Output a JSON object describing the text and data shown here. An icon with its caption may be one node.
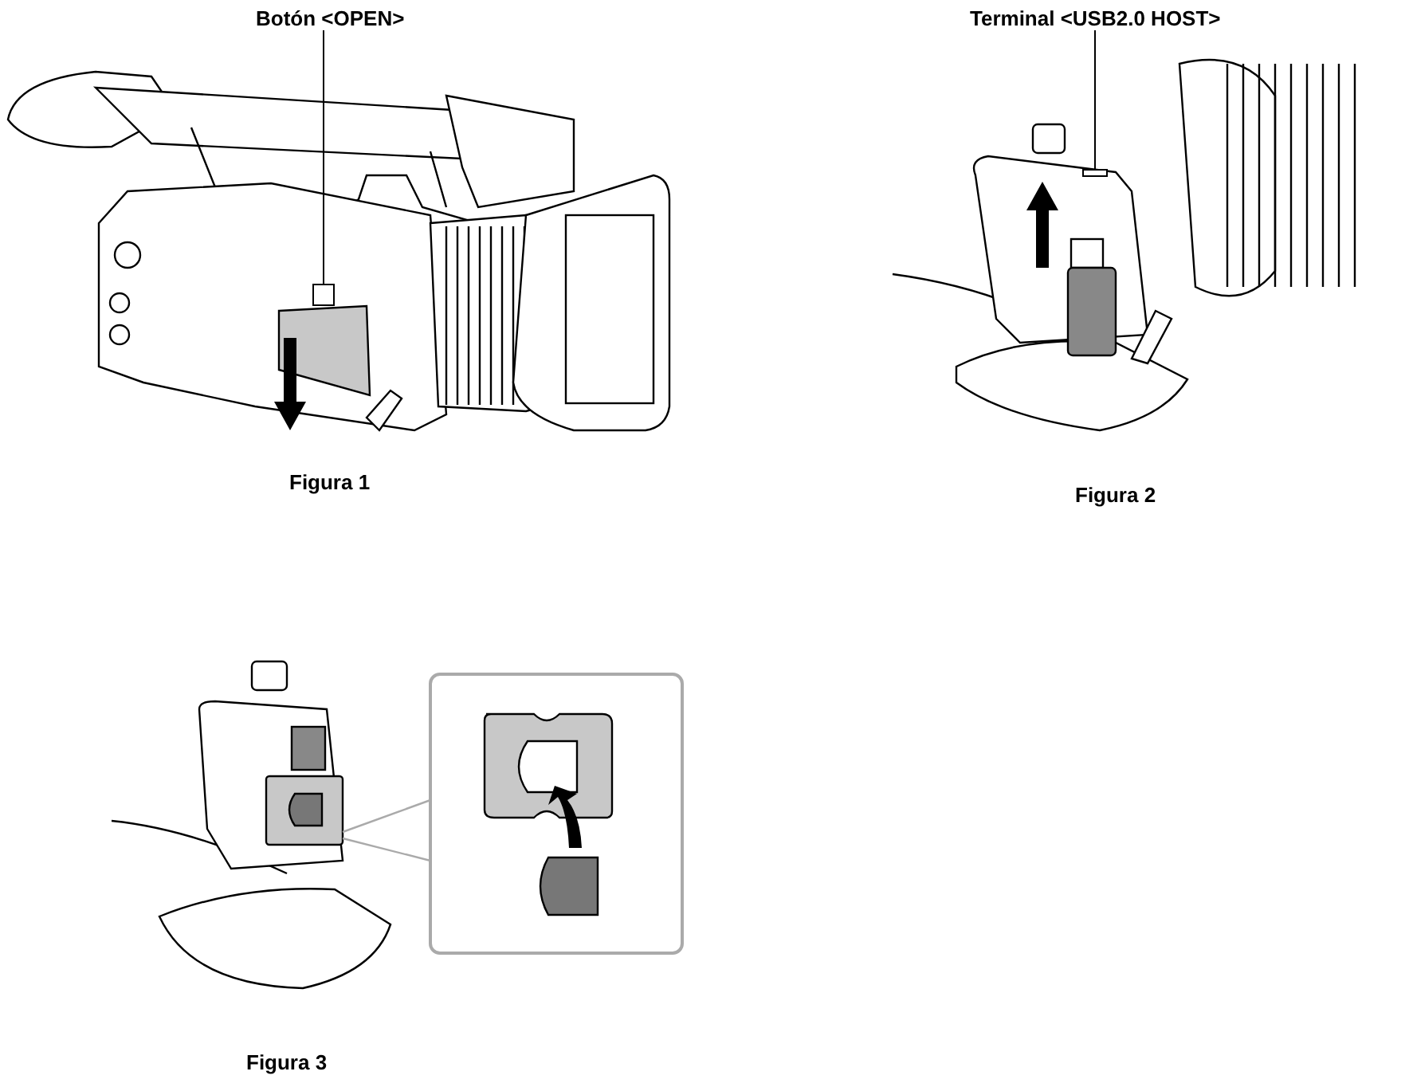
{
  "diagram": {
    "nodes": [
      {
        "text": [
          "Botón <OPEN>"
        ]
      },
      {
        "text": [],
        "shape": "box"
      },
      {
        "text": [
          "Terminal <USB2.0 HOST>"
        ]
      },
      {
        "text": [],
        "shape": "box"
      }
    ],
    "edges": [
      {
        "from": 0,
        "to": 1,
        "arrow": "none"
      },
      {
        "from": 2,
        "to": 3,
        "arrow": "none"
      }
    ],
    "labels": [
      "Figura 1",
      "Figura 2",
      "Figura 3"
    ]
  }
}
